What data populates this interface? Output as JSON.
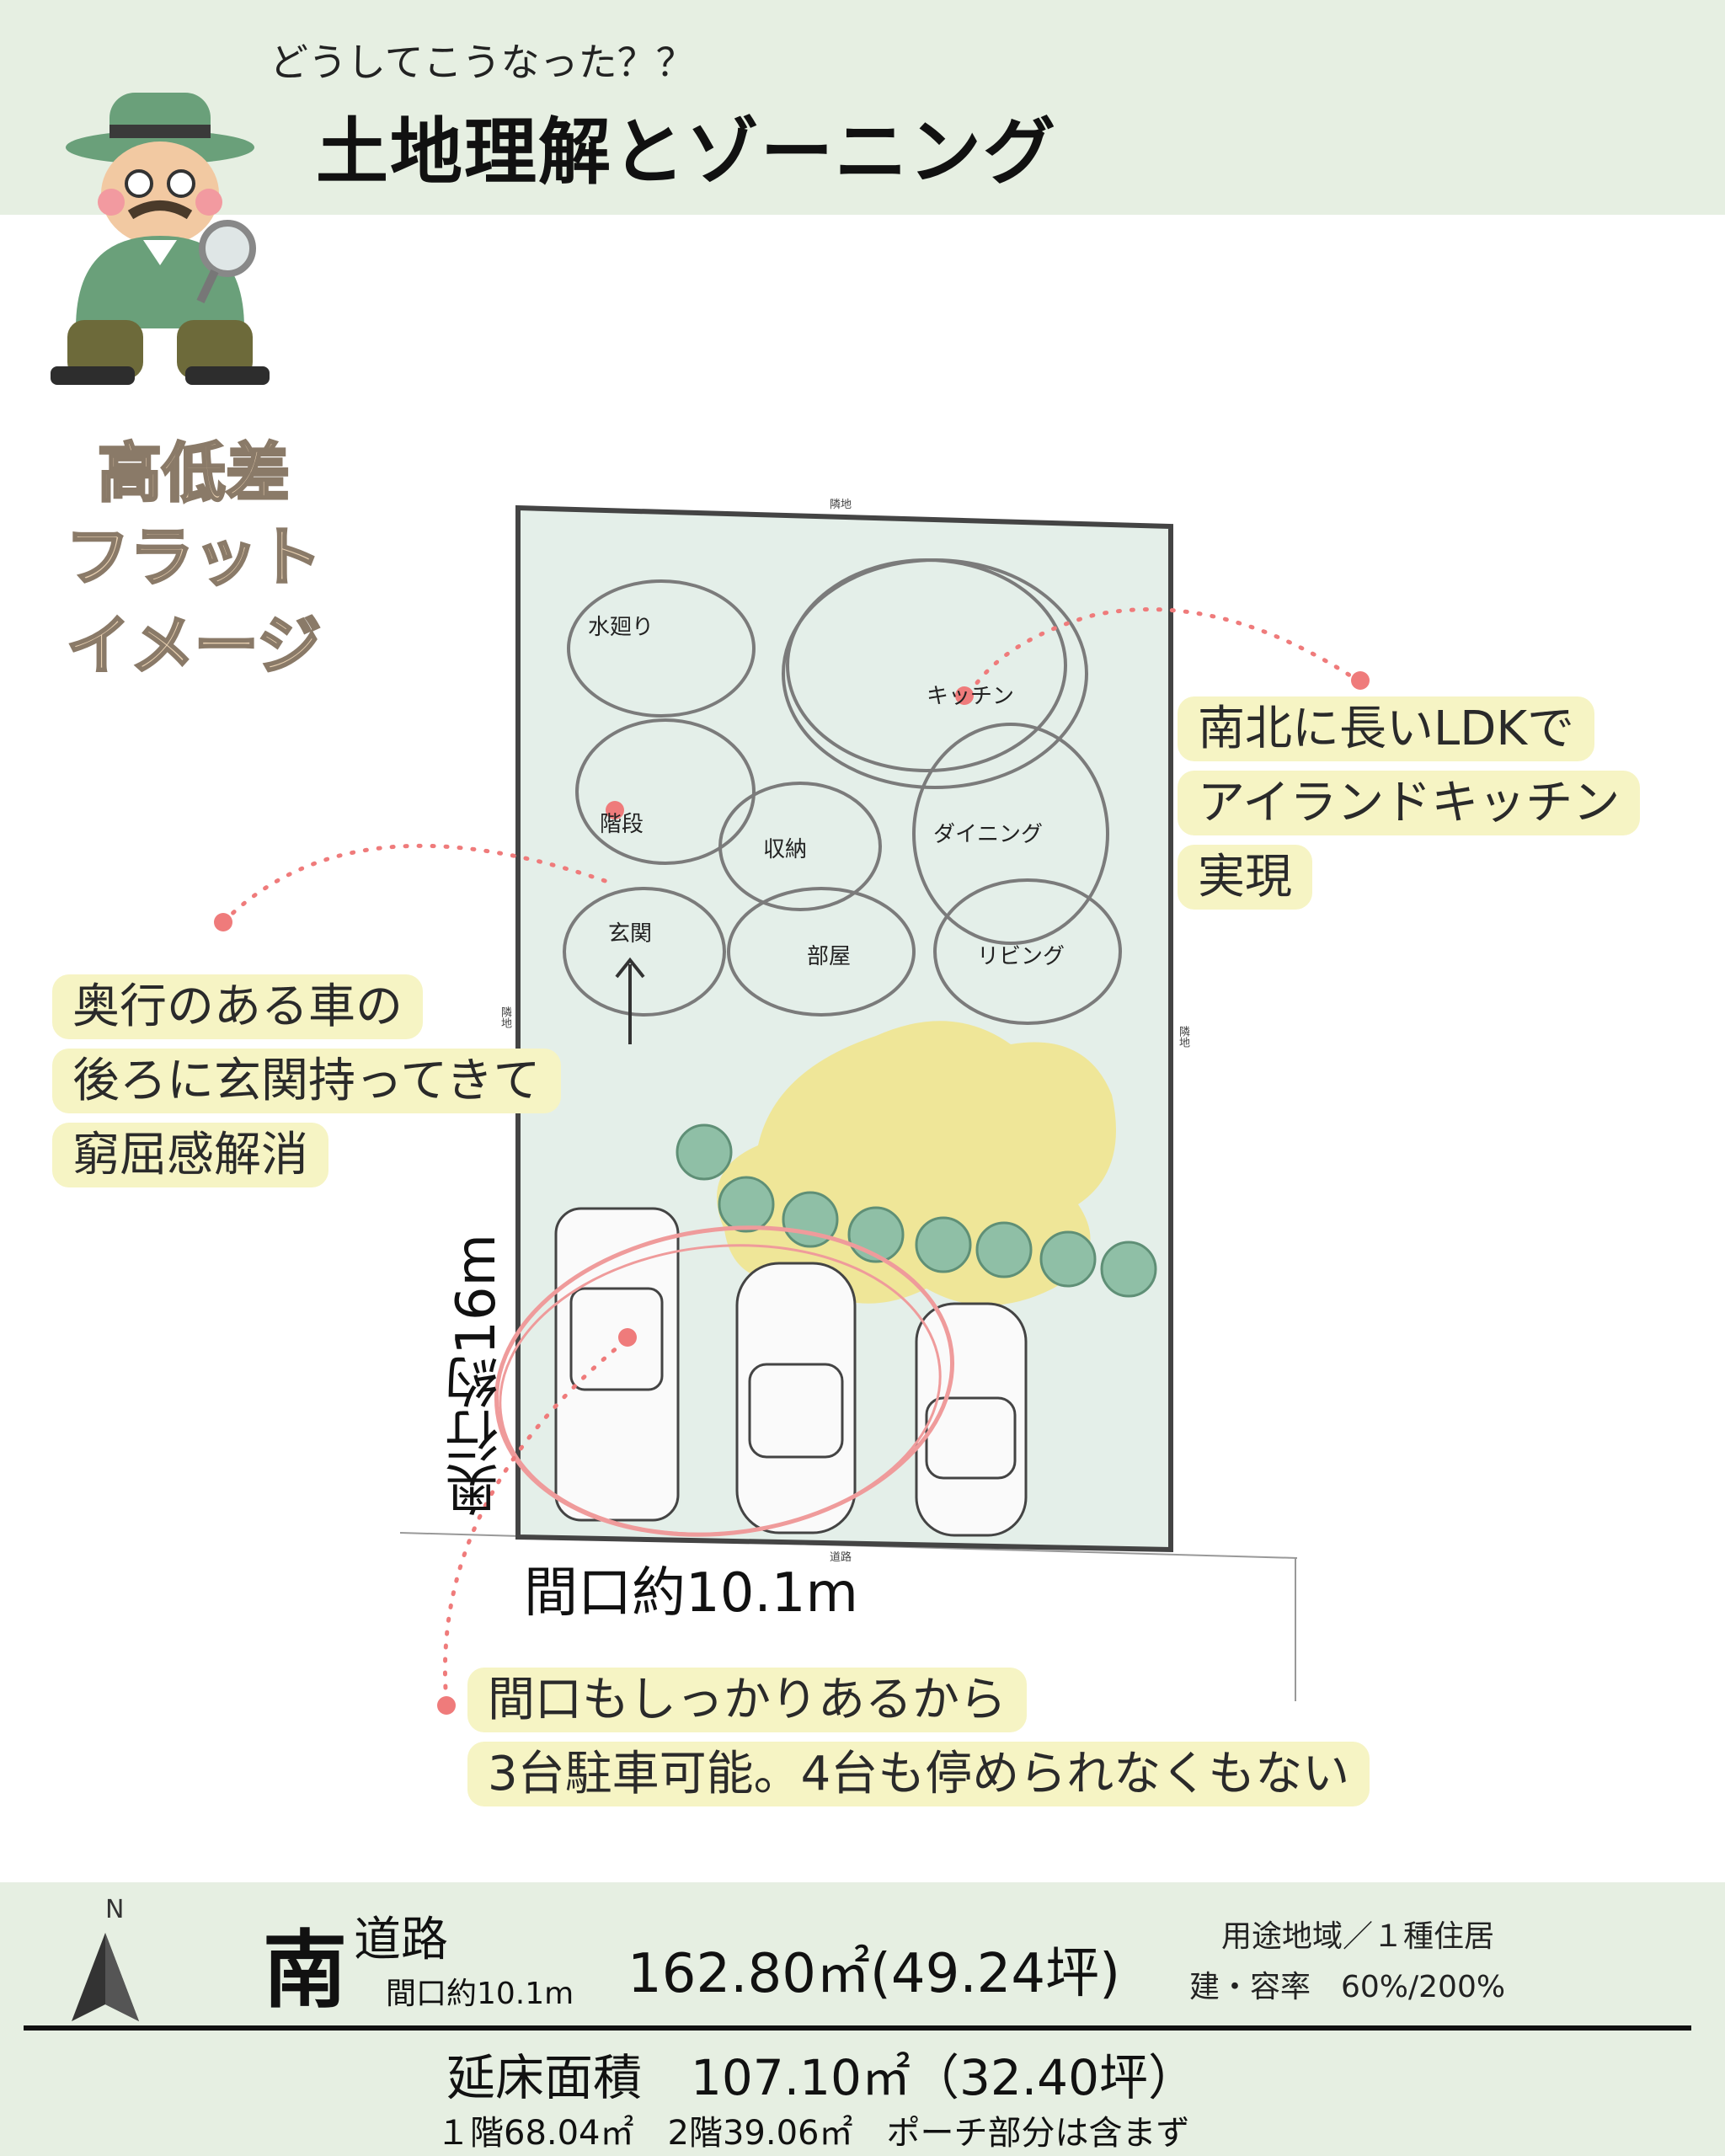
{
  "header": {
    "subtitle": "どうしてこうなった？？",
    "title": "土地理解とゾーニング"
  },
  "side_labels": [
    "高低差",
    "フラット",
    "イメージ"
  ],
  "plan": {
    "top_neighbor": "隣地",
    "left_neighbor": "隣地",
    "right_neighbor": "隣地",
    "road_label": "道路",
    "rooms": [
      "水廻り",
      "キッチン",
      "階段",
      "収納",
      "ダイニング",
      "玄関",
      "部屋",
      "リビング"
    ],
    "depth": "奥行約16m",
    "frontage": "間口約10.1m"
  },
  "notes": {
    "ldk": [
      "南北に長いLDKで",
      "アイランドキッチン",
      "実現"
    ],
    "entrance": [
      "奥行のある車の",
      "後ろに玄関持ってきて",
      "窮屈感解消"
    ],
    "parking": [
      "間口もしっかりあるから",
      "3台駐車可能。4台も停められなくもない"
    ]
  },
  "footer": {
    "compass": "N",
    "direction": "南",
    "road": "道路",
    "frontage": "間口約10.1m",
    "area": "162.80㎡(49.24坪)",
    "zoning": "用途地域／１種住居",
    "ratio": "建・容率　60%/200%",
    "floor_area": "延床面積　107.10㎡（32.40坪）",
    "floor_breakdown": "１階68.04㎡　2階39.06㎡　ポーチ部分は含まず"
  },
  "colors": {
    "header_bg": "#e6efe2",
    "lot_fill": "#e4efe9",
    "note_bg": "#f6f4c4",
    "dot_line": "#ef7b7b",
    "yellow_zone": "#f1e48a",
    "tree": "#8fbfa6"
  }
}
